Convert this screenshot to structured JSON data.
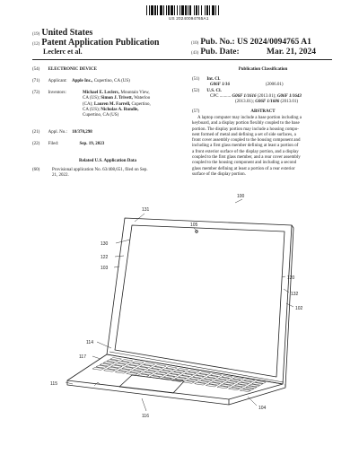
{
  "barcode": {
    "number": "US 20240094765A1"
  },
  "header": {
    "code19": "(19)",
    "country": "United States",
    "code12": "(12)",
    "pub_type": "Patent Application Publication",
    "inventors_short": "Leclerc et al.",
    "code10": "(10)",
    "pub_no_label": "Pub. No.:",
    "pub_no": "US 2024/0094765 A1",
    "code43": "(43)",
    "pub_date_label": "Pub. Date:",
    "pub_date": "Mar. 21, 2024"
  },
  "left": {
    "c54": "(54)",
    "title": "ELECTRONIC DEVICE",
    "c71": "(71)",
    "applicant_label": "Applicant:",
    "applicant": "Apple Inc.,",
    "applicant_loc": "Cupertino, CA (US)",
    "c72": "(72)",
    "inventors_label": "Inventors:",
    "inventors": [
      [
        "Michael E. Leclerc,",
        " Mountain View,"
      ],
      [
        "CA (US); ",
        "Simon J. Trivett,",
        " Waterloo"
      ],
      [
        "(CA); ",
        "Lauren M. Farrell,",
        " Cupertino,"
      ],
      [
        "CA (US); ",
        "Nicholas A. Rundle,",
        ""
      ],
      [
        "Cupertino, CA (US)",
        "",
        ""
      ]
    ],
    "c21": "(21)",
    "appl_label": "Appl. No.:",
    "appl_no": "18/370,298",
    "c22": "(22)",
    "filed_label": "Filed:",
    "filed": "Sep. 19, 2023",
    "related_heading": "Related U.S. Application Data",
    "c60": "(60)",
    "related_lines": [
      "Provisional application No. 63/408,651, filed on Sep.",
      "21, 2022."
    ]
  },
  "right": {
    "classification_heading": "Publication Classification",
    "c51": "(51)",
    "intcl_label": "Int. Cl.",
    "intcl_code": "G06F 1/16",
    "intcl_year": "(2006.01)",
    "c52": "(52)",
    "uscl_label": "U.S. Cl.",
    "cpc_label": "CPC",
    "cpc_dots": "..........",
    "cpc_line1": [
      "G06F 1/1616",
      " (2013.01); ",
      "G06F 1/1643"
    ],
    "cpc_line2": [
      "(2013.01); ",
      "G06F 1/1686",
      " (2013.01)"
    ],
    "c57": "(57)",
    "abstract_heading": "ABSTRACT",
    "abstract_lines": [
      "A laptop computer may include a base portion including a",
      "keyboard, and a display portion flexibly coupled to the base",
      "portion. The display portion may include a housing compo-",
      "nent formed of metal and defining a set of side surfaces, a",
      "front cover assembly coupled to the housing component and",
      "including a first glass member defining at least a portion of",
      "a front exterior surface of the display portion, and a display",
      "coupled to the first glass member, and a rear cover assembly",
      "coupled to the housing component and including a second",
      "glass member defining at least a portion of a rear exterior",
      "surface of the display portion."
    ]
  },
  "figure": {
    "labels": {
      "n100": "100",
      "n131": "131",
      "n105": "105",
      "n130": "130",
      "n122": "122",
      "n103": "103",
      "n120": "120",
      "n132": "132",
      "n102": "102",
      "n114": "114",
      "n117": "117",
      "n115": "115",
      "n104": "104",
      "n116": "116"
    }
  }
}
